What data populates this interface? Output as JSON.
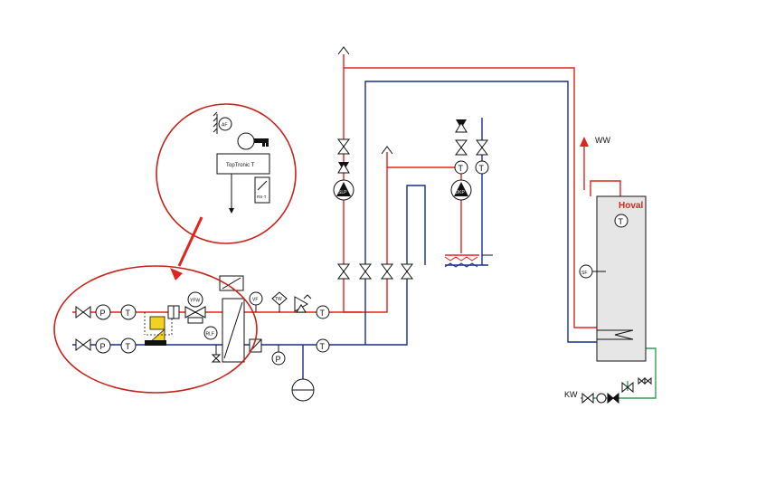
{
  "labels": {
    "ww": "WW",
    "kw": "KW",
    "brand": "Hoval",
    "controller": "TopTronic T",
    "af": "AF",
    "rst": "RS-T",
    "slp": "SLP",
    "dkp": "DKP",
    "sf": "SF",
    "yfw": "YFW",
    "rlf": "RLF",
    "vf": "VF",
    "tw": "TW",
    "p": "P",
    "t": "T"
  },
  "colors": {
    "supply": "#e0241b",
    "return": "#1a2e8c",
    "cold_water": "#3a9a5a",
    "highlight_ellipse": "#c8231a",
    "accent_yellow": "#f2d21e",
    "tank_fill": "#e6e6e6"
  }
}
